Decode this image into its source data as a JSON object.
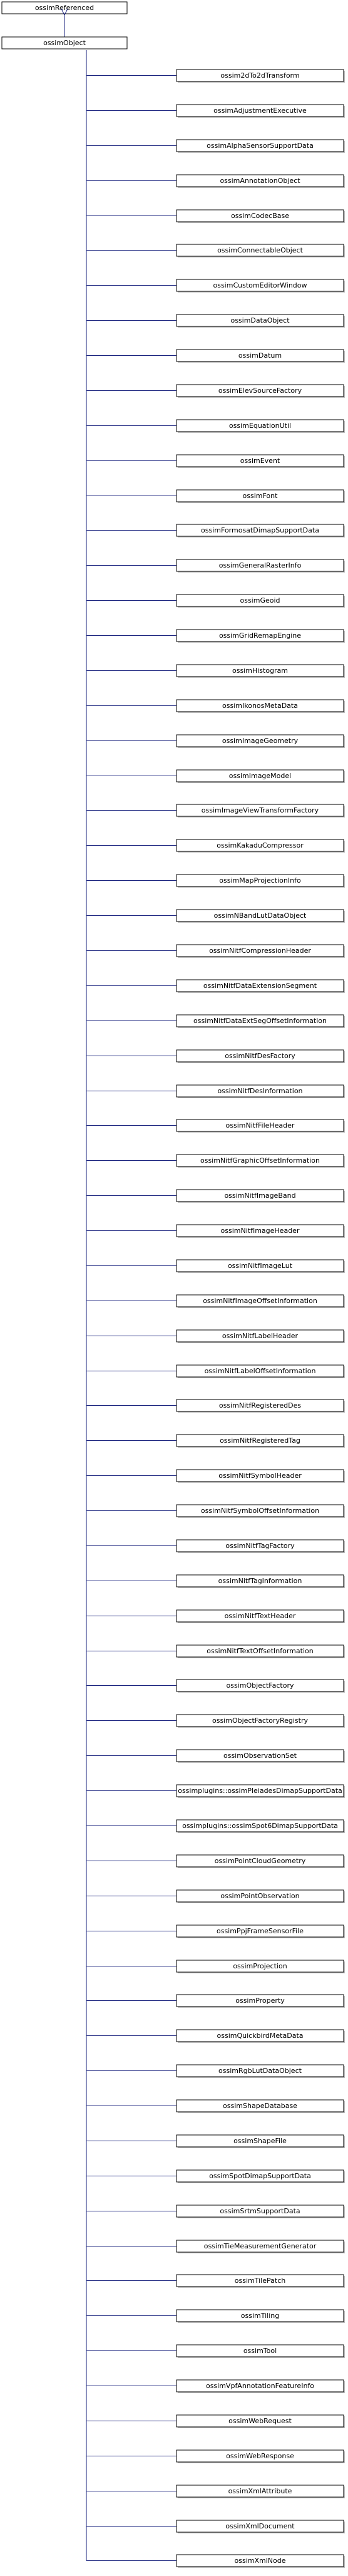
{
  "colors": {
    "node_fill": "#ffffff",
    "node_border": "#000000",
    "node_shadow": "#c0c0c0",
    "edge": "#1a237e"
  },
  "root": {
    "label": "ossimReferenced"
  },
  "base": {
    "label": "ossimObject"
  },
  "children": [
    {
      "label": "ossim2dTo2dTransform"
    },
    {
      "label": "ossimAdjustmentExecutive"
    },
    {
      "label": "ossimAlphaSensorSupportData"
    },
    {
      "label": "ossimAnnotationObject"
    },
    {
      "label": "ossimCodecBase"
    },
    {
      "label": "ossimConnectableObject"
    },
    {
      "label": "ossimCustomEditorWindow"
    },
    {
      "label": "ossimDataObject"
    },
    {
      "label": "ossimDatum"
    },
    {
      "label": "ossimElevSourceFactory"
    },
    {
      "label": "ossimEquationUtil"
    },
    {
      "label": "ossimEvent"
    },
    {
      "label": "ossimFont"
    },
    {
      "label": "ossimFormosatDimapSupportData"
    },
    {
      "label": "ossimGeneralRasterInfo"
    },
    {
      "label": "ossimGeoid"
    },
    {
      "label": "ossimGridRemapEngine"
    },
    {
      "label": "ossimHistogram"
    },
    {
      "label": "ossimIkonosMetaData"
    },
    {
      "label": "ossimImageGeometry"
    },
    {
      "label": "ossimImageModel"
    },
    {
      "label": "ossimImageViewTransformFactory"
    },
    {
      "label": "ossimKakaduCompressor"
    },
    {
      "label": "ossimMapProjectionInfo"
    },
    {
      "label": "ossimNBandLutDataObject"
    },
    {
      "label": "ossimNitfCompressionHeader"
    },
    {
      "label": "ossimNitfDataExtensionSegment"
    },
    {
      "label": "ossimNitfDataExtSegOffsetInformation"
    },
    {
      "label": "ossimNitfDesFactory"
    },
    {
      "label": "ossimNitfDesInformation"
    },
    {
      "label": "ossimNitfFileHeader"
    },
    {
      "label": "ossimNitfGraphicOffsetInformation"
    },
    {
      "label": "ossimNitfImageBand"
    },
    {
      "label": "ossimNitfImageHeader"
    },
    {
      "label": "ossimNitfImageLut"
    },
    {
      "label": "ossimNitfImageOffsetInformation"
    },
    {
      "label": "ossimNitfLabelHeader"
    },
    {
      "label": "ossimNitfLabelOffsetInformation"
    },
    {
      "label": "ossimNitfRegisteredDes"
    },
    {
      "label": "ossimNitfRegisteredTag"
    },
    {
      "label": "ossimNitfSymbolHeader"
    },
    {
      "label": "ossimNitfSymbolOffsetInformation"
    },
    {
      "label": "ossimNitfTagFactory"
    },
    {
      "label": "ossimNitfTagInformation"
    },
    {
      "label": "ossimNitfTextHeader"
    },
    {
      "label": "ossimNitfTextOffsetInformation"
    },
    {
      "label": "ossimObjectFactory"
    },
    {
      "label": "ossimObjectFactoryRegistry"
    },
    {
      "label": "ossimObservationSet"
    },
    {
      "label": "ossimplugins::ossimPleiadesDimapSupportData"
    },
    {
      "label": "ossimplugins::ossimSpot6DimapSupportData"
    },
    {
      "label": "ossimPointCloudGeometry"
    },
    {
      "label": "ossimPointObservation"
    },
    {
      "label": "ossimPpjFrameSensorFile"
    },
    {
      "label": "ossimProjection"
    },
    {
      "label": "ossimProperty"
    },
    {
      "label": "ossimQuickbirdMetaData"
    },
    {
      "label": "ossimRgbLutDataObject"
    },
    {
      "label": "ossimShapeDatabase"
    },
    {
      "label": "ossimShapeFile"
    },
    {
      "label": "ossimSpotDimapSupportData"
    },
    {
      "label": "ossimSrtmSupportData"
    },
    {
      "label": "ossimTieMeasurementGenerator"
    },
    {
      "label": "ossimTilePatch"
    },
    {
      "label": "ossimTiling"
    },
    {
      "label": "ossimTool"
    },
    {
      "label": "ossimVpfAnnotationFeatureInfo"
    },
    {
      "label": "ossimWebRequest"
    },
    {
      "label": "ossimWebResponse"
    },
    {
      "label": "ossimXmlAttribute"
    },
    {
      "label": "ossimXmlDocument"
    },
    {
      "label": "ossimXmlNode"
    }
  ]
}
